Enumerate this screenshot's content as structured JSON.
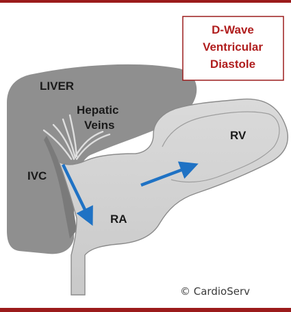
{
  "labels": {
    "liver": "LIVER",
    "hepatic_line1": "Hepatic",
    "hepatic_line2": "Veins",
    "ivc": "IVC",
    "ra": "RA",
    "rv": "RV"
  },
  "title_box": {
    "line1": "D-Wave",
    "line2": "Ventricular",
    "line3": "Diastole"
  },
  "copyright": "© CardioServ",
  "colors": {
    "frame": "#9b1b1b",
    "title_text": "#b01e1e",
    "liver": "#8f8f8f",
    "chamber_fill": "#d2d2d2",
    "chamber_stroke": "#8a8a8a",
    "arrow": "#1f72c4"
  }
}
